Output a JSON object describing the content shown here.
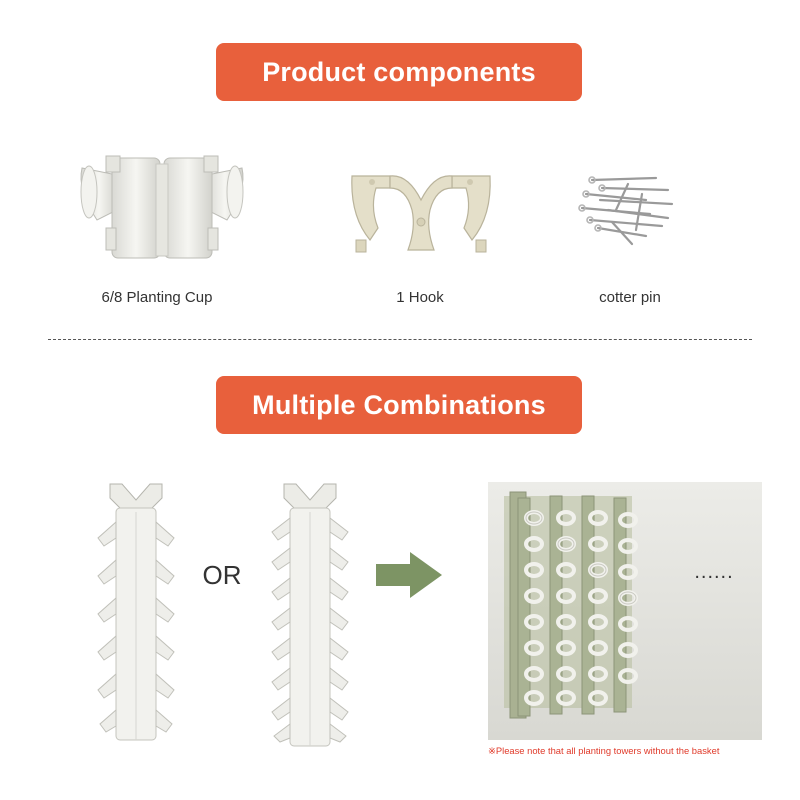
{
  "sections": {
    "components_title": "Product components",
    "combinations_title": "Multiple Combinations"
  },
  "components": [
    {
      "label": "6/8 Planting Cup",
      "icon": "planting-cup-icon"
    },
    {
      "label": "1 Hook",
      "icon": "hook-icon"
    },
    {
      "label": "cotter pin",
      "icon": "cotter-pin-icon"
    }
  ],
  "combinations": {
    "separator": "OR",
    "more": "......",
    "note": "※Please note that all planting towers without the basket"
  },
  "colors": {
    "accent": "#e8603c",
    "arrow": "#7d9464",
    "note": "#e03a2a",
    "part": "#efefeb",
    "hook": "#e2ddc6"
  }
}
